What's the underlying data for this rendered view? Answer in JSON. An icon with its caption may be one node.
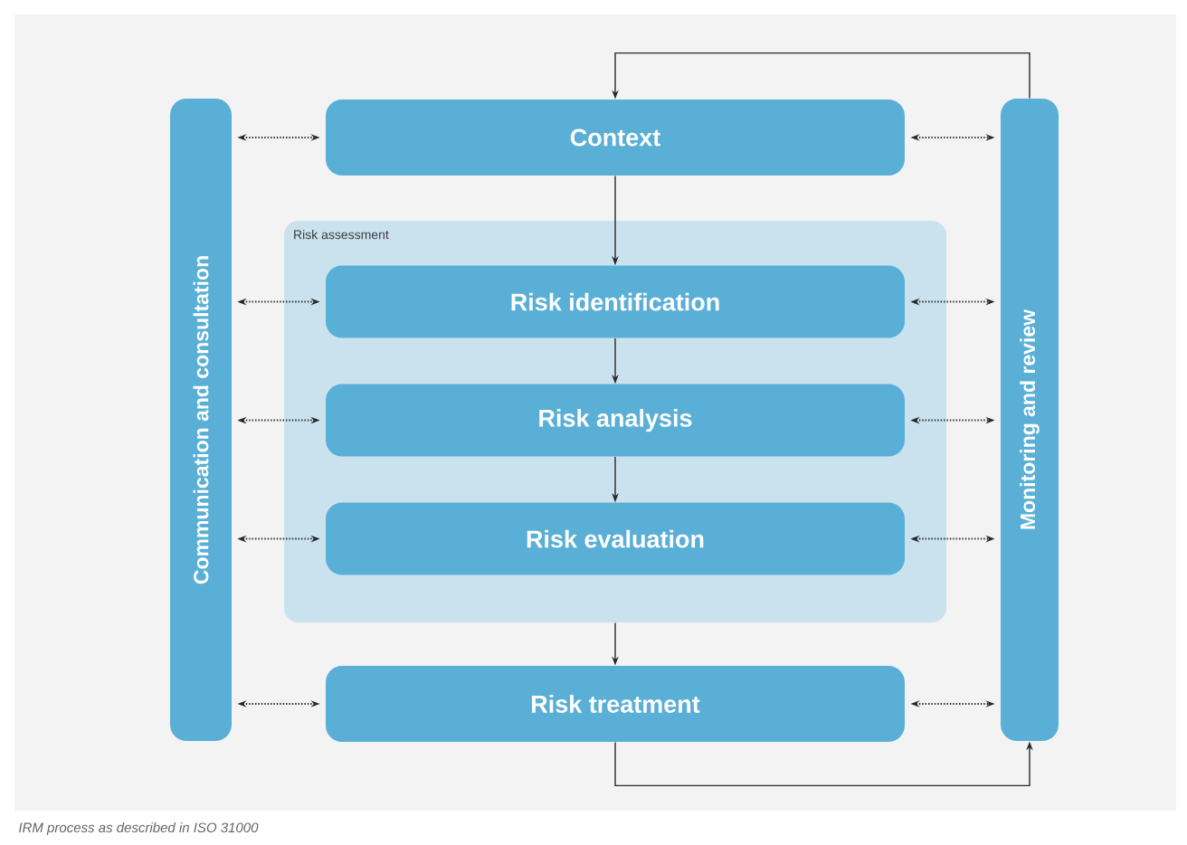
{
  "diagram": {
    "caption": "IRM process as described in ISO 31000",
    "nodes": [
      {
        "text": [
          "Communication and consultation"
        ]
      },
      {
        "text": [
          "Context"
        ]
      },
      {
        "text": [
          "Risk assessment"
        ]
      },
      {
        "text": [
          "Risk identification"
        ],
        "in": 2
      },
      {
        "text": [
          "Risk analysis"
        ],
        "in": 2
      },
      {
        "text": [
          "Risk evaluation"
        ],
        "in": 2
      },
      {
        "text": [
          "Risk treatment"
        ]
      },
      {
        "text": [
          "Monitoring and review"
        ]
      }
    ],
    "edges": [
      {
        "from": 0,
        "to": 1,
        "arrow": "both",
        "style": "dashed"
      },
      {
        "from": 1,
        "to": 7,
        "arrow": "both",
        "style": "dashed"
      },
      {
        "from": 0,
        "to": 3,
        "arrow": "both",
        "style": "dashed"
      },
      {
        "from": 3,
        "to": 7,
        "arrow": "both",
        "style": "dashed"
      },
      {
        "from": 0,
        "to": 4,
        "arrow": "both",
        "style": "dashed"
      },
      {
        "from": 4,
        "to": 7,
        "arrow": "both",
        "style": "dashed"
      },
      {
        "from": 0,
        "to": 5,
        "arrow": "both",
        "style": "dashed"
      },
      {
        "from": 5,
        "to": 7,
        "arrow": "both",
        "style": "dashed"
      },
      {
        "from": 0,
        "to": 6,
        "arrow": "both",
        "style": "dashed"
      },
      {
        "from": 6,
        "to": 7,
        "arrow": "both",
        "style": "dashed"
      },
      {
        "from": 1,
        "to": 3,
        "arrow": "to"
      },
      {
        "from": 3,
        "to": 4,
        "arrow": "to"
      },
      {
        "from": 4,
        "to": 5,
        "arrow": "to"
      },
      {
        "from": 2,
        "to": 6,
        "arrow": "to"
      },
      {
        "from": 6,
        "to": 7,
        "arrow": "to"
      },
      {
        "from": 7,
        "to": 1,
        "arrow": "to"
      }
    ]
  }
}
